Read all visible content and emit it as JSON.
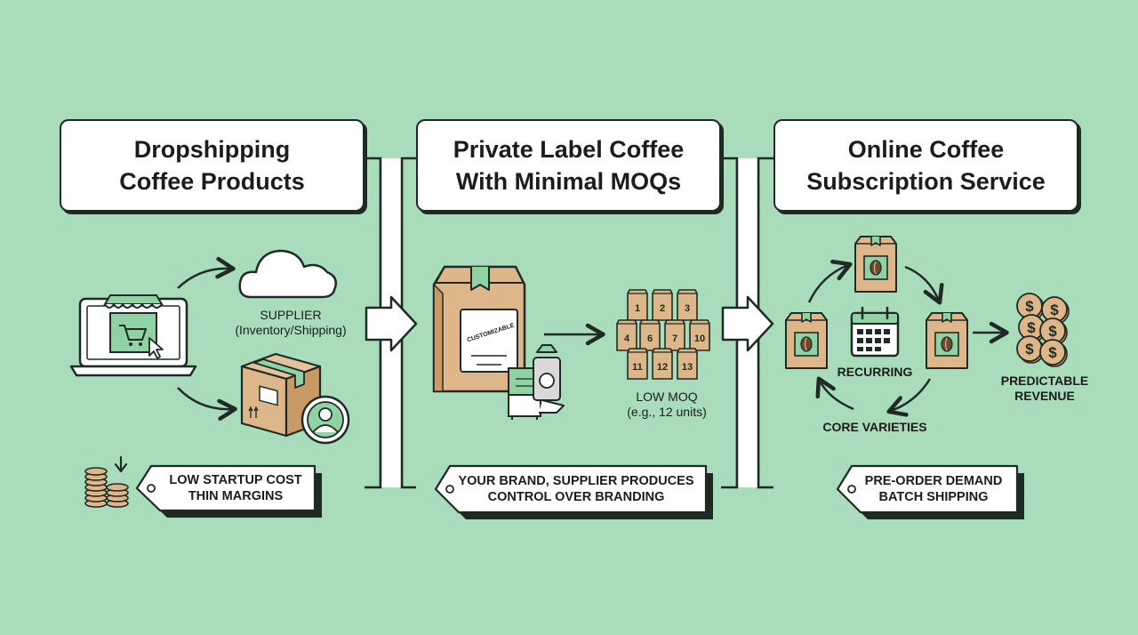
{
  "columns": [
    {
      "title_line1": "Dropshipping",
      "title_line2": "Coffee Products",
      "supplier_label": "SUPPLIER",
      "supplier_sub": "(Inventory/Shipping)",
      "tag_line1": "LOW STARTUP COST",
      "tag_line2": "THIN MARGINS"
    },
    {
      "title_line1": "Private Label Coffee",
      "title_line2": "With Minimal MOQs",
      "bag_text": "CUSTOMIZABLE",
      "moq_label": "LOW MOQ",
      "moq_sub": "(e.g., 12 units)",
      "unit_numbers": [
        "1",
        "2",
        "3",
        "4",
        "6",
        "7",
        "10",
        "11",
        "12",
        "13"
      ],
      "tag_line1": "YOUR BRAND, SUPPLIER PRODUCES",
      "tag_line2": "CONTROL OVER BRANDING"
    },
    {
      "title_line1": "Online Coffee",
      "title_line2": "Subscription Service",
      "cycle_label": "RECURRING",
      "varieties_label": "CORE VARIETIES",
      "revenue_line1": "PREDICTABLE",
      "revenue_line2": "REVENUE",
      "tag_line1": "PRE-ORDER DEMAND",
      "tag_line2": "BATCH SHIPPING"
    }
  ],
  "colors": {
    "background": "#a8dcbb",
    "accent_green": "#8fd3a5",
    "kraft": "#ddb68a",
    "ink": "#1f2a24"
  }
}
